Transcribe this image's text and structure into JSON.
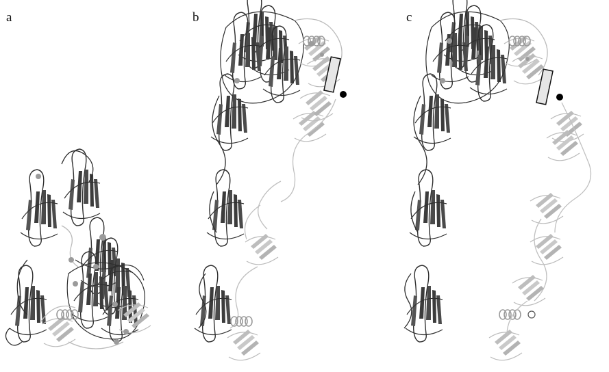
{
  "figure": {
    "panels": [
      {
        "label": "a"
      },
      {
        "label": "b"
      },
      {
        "label": "c"
      }
    ]
  },
  "colors": {
    "dark_ribbon": "#3a3a3a",
    "light_ribbon": "#c8c8c8",
    "mid_ribbon": "#8a8a8a",
    "marker": "#000000",
    "box_fill": "#e6e6e6",
    "box_stroke": "#111111",
    "atom_sphere": "#9b9b9b"
  }
}
